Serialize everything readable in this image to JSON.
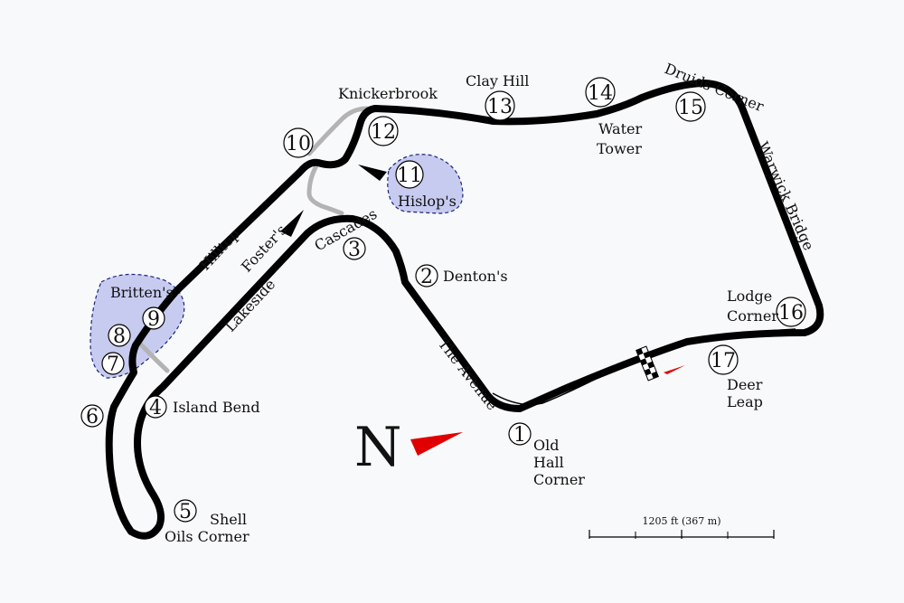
{
  "map": {
    "north_label": "N",
    "scale_label": "1205 ft (367 m)",
    "colors": {
      "track": "#000000",
      "old_layout": "#b3b3b3",
      "complex_fill": "#c8cbf0",
      "complex_stroke": "#1a237e",
      "north_arrow": "#e00000",
      "background": "#f8f9fa"
    },
    "turns": [
      {
        "number": "1",
        "name": [
          "Old",
          "Hall",
          "Corner"
        ]
      },
      {
        "number": "2",
        "name": [
          "Denton's"
        ]
      },
      {
        "number": "3",
        "name": [
          "Cascades"
        ]
      },
      {
        "number": "4",
        "name": [
          "Island Bend"
        ]
      },
      {
        "number": "5",
        "name": [
          "Shell",
          "Oils Corner"
        ]
      },
      {
        "number": "6",
        "name": []
      },
      {
        "number": "7",
        "name": []
      },
      {
        "number": "8",
        "name": []
      },
      {
        "number": "9",
        "name": [
          "Britten's"
        ]
      },
      {
        "number": "10",
        "name": []
      },
      {
        "number": "11",
        "name": [
          "Hislop's"
        ]
      },
      {
        "number": "12",
        "name": [
          "Knickerbrook"
        ]
      },
      {
        "number": "13",
        "name": [
          "Clay Hill"
        ]
      },
      {
        "number": "14",
        "name": [
          "Water",
          "Tower"
        ]
      },
      {
        "number": "15",
        "name": [
          "Druids Corner"
        ]
      },
      {
        "number": "16",
        "name": [
          "Lodge",
          "Corner"
        ]
      },
      {
        "number": "17",
        "name": [
          "Deer",
          "Leap"
        ]
      }
    ],
    "section_labels": {
      "hilltop": "Hilltop",
      "fosters": "Foster's",
      "lakeside": "Lakeside",
      "the_avenue": "The Avenue",
      "warwick_bridge": "Warwick Bridge"
    }
  }
}
